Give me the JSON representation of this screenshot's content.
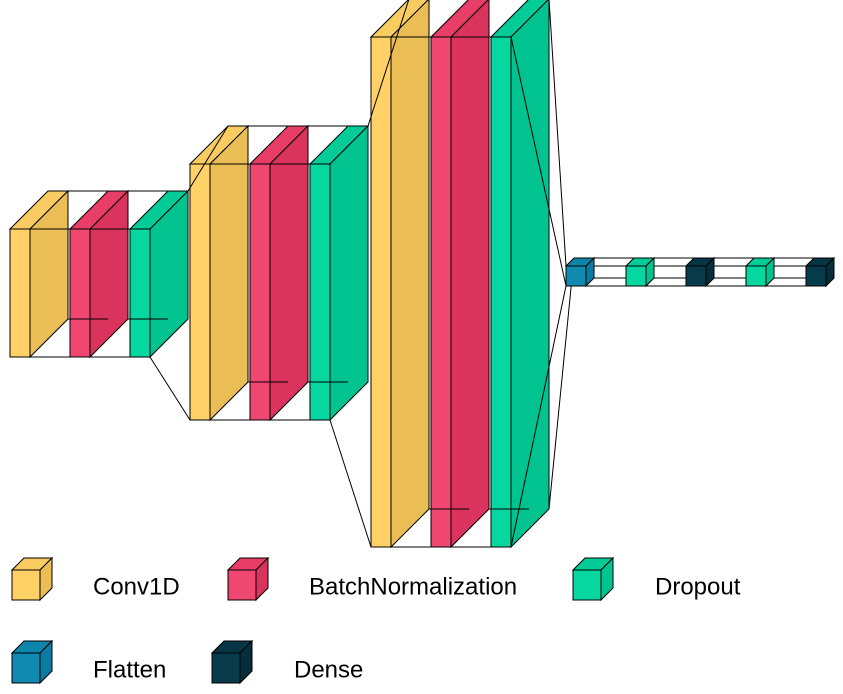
{
  "colors": {
    "Conv1D": {
      "front": "#FFD166",
      "side": "#EBBD55",
      "top": "#F9CC62"
    },
    "BatchNormalization": {
      "front": "#EF476F",
      "side": "#DA335E",
      "top": "#E83D66"
    },
    "Dropout": {
      "front": "#06D6A0",
      "side": "#00C38F",
      "top": "#03CC98"
    },
    "Flatten": {
      "front": "#118AB2",
      "side": "#0A7CA2",
      "top": "#0F85AB"
    },
    "Dense": {
      "front": "#073B4C",
      "side": "#052E3C",
      "top": "#063545"
    }
  },
  "legend": [
    {
      "type": "Conv1D",
      "label": "Conv1D"
    },
    {
      "type": "BatchNormalization",
      "label": "BatchNormalization"
    },
    {
      "type": "Dropout",
      "label": "Dropout"
    },
    {
      "type": "Flatten",
      "label": "Flatten"
    },
    {
      "type": "Dense",
      "label": "Dense"
    }
  ],
  "layers": [
    {
      "type": "Conv1D"
    },
    {
      "type": "BatchNormalization"
    },
    {
      "type": "Dropout"
    },
    {
      "type": "Conv1D"
    },
    {
      "type": "BatchNormalization"
    },
    {
      "type": "Dropout"
    },
    {
      "type": "Conv1D"
    },
    {
      "type": "BatchNormalization"
    },
    {
      "type": "Dropout"
    },
    {
      "type": "Flatten"
    },
    {
      "type": "Dropout"
    },
    {
      "type": "Dense"
    },
    {
      "type": "Dropout"
    },
    {
      "type": "Dense"
    }
  ]
}
